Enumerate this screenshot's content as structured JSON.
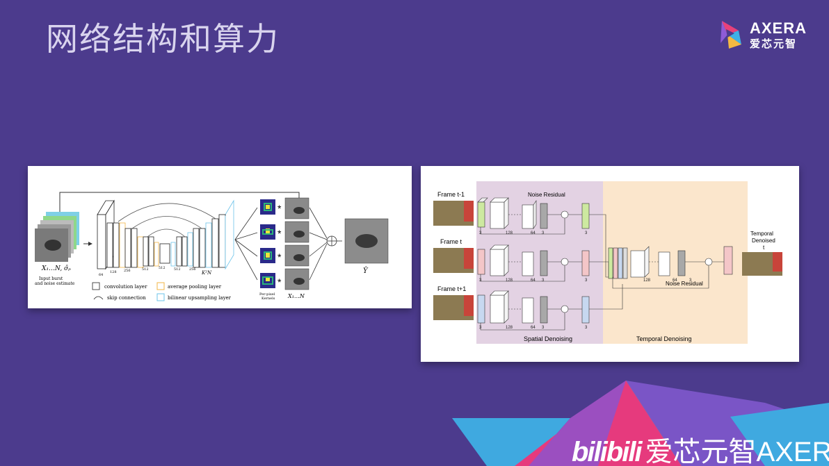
{
  "slide": {
    "title": "网络结构和算力"
  },
  "logo": {
    "brand": "AXERA",
    "cn": "爱芯元智"
  },
  "left_figure": {
    "input_label": "X₁…N, σ̂ₚ",
    "input_caption_1": "Input burst",
    "input_caption_2": "and noise estimate",
    "channels": [
      "64",
      "128",
      "256",
      "512",
      "512",
      "512",
      "256"
    ],
    "k_label": "K²N",
    "output_label": "Ŷ",
    "kernels_label_1": "Per-pixel",
    "kernels_label_2": "Kernels",
    "x_label": "X₁…N",
    "legend": {
      "conv": "convolution layer",
      "pool": "average pooling layer",
      "skip": "skip connection",
      "upsample": "bilinear upsampling layer"
    }
  },
  "right_figure": {
    "frames": [
      "Frame t-1",
      "Frame t",
      "Frame t+1"
    ],
    "noise_residual_top": "Noise Residual",
    "noise_residual_bottom": "Noise Residual",
    "block_numbers": [
      "3",
      "128",
      "64",
      "3",
      "3"
    ],
    "temporal_numbers": [
      "128",
      "64",
      "3"
    ],
    "spatial_label": "Spatial Denoising",
    "temporal_label": "Temporal Denoising",
    "output_label_1": "Temporal",
    "output_label_2": "Denoised",
    "output_label_3": "t"
  },
  "watermark": {
    "bili": "bilibili",
    "text": "爱芯元智AXERA"
  },
  "colors": {
    "background": "#4c3b8d",
    "spatial_bg": "#e3d2e3",
    "temporal_bg": "#fbe6cc",
    "green_block": "#cde9a0",
    "pink_block": "#f4c6c8",
    "blue_block": "#c7d8f0"
  }
}
